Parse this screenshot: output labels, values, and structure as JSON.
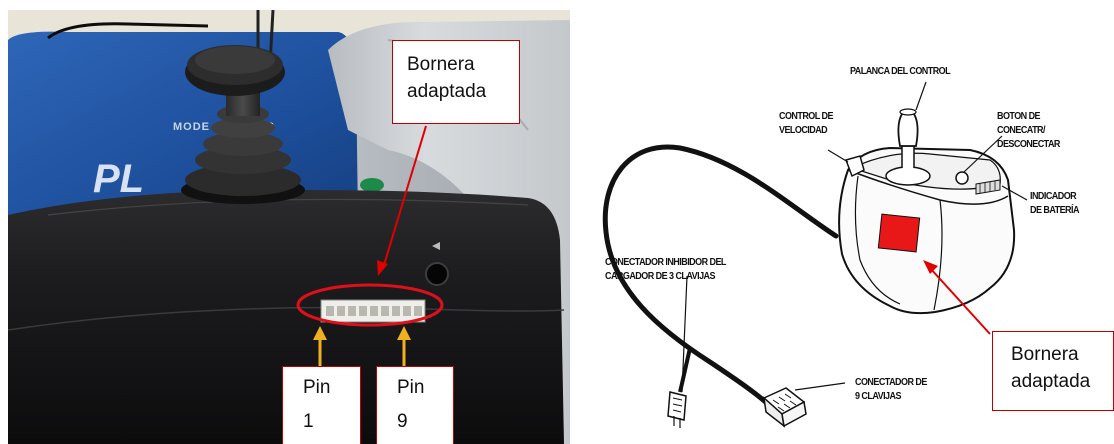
{
  "photo": {
    "callout_bornera": [
      "Bornera",
      "adaptada"
    ],
    "pin_left": [
      "Pin",
      "1"
    ],
    "pin_right": [
      "Pin",
      "9"
    ]
  },
  "diagram": {
    "palanca": "PALANCA DEL CONTROL",
    "control_velocidad": [
      "CONTROL DE",
      "VELOCIDAD"
    ],
    "boton": [
      "BOTON DE",
      "CONECATR/",
      "DESCONECTAR"
    ],
    "indicador": [
      "INDICADOR",
      "DE BATERÍA"
    ],
    "conector_inhibidor": [
      "CONECTADOR INHIBIDOR DEL",
      "CARGADOR DE 3 CLAVIJAS"
    ],
    "conector_9": [
      "CONECTADOR DE",
      "9 CLAVIJAS"
    ],
    "callout_bornera": [
      "Bornera",
      "adaptada"
    ]
  },
  "colors": {
    "callout_border": "#c00000",
    "arrow_red": "#e00000",
    "arrow_yellow": "#f0b020",
    "ellipse_red": "#e0101a",
    "square_red": "#e81818"
  }
}
